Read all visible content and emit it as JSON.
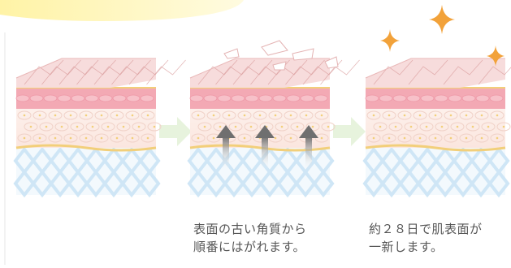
{
  "diagram": {
    "steps": [
      {
        "id": "normal-skin",
        "caption_lines": []
      },
      {
        "id": "shedding",
        "caption_lines": [
          "表面の古い角質から",
          "順番にはがれます。"
        ]
      },
      {
        "id": "renewed",
        "caption_lines": [
          "約２８日で肌表面が",
          "一新します。"
        ]
      }
    ],
    "colors": {
      "top_face": "#f7dcdc",
      "crack_lines": "#d99a9a",
      "pink_band": "#f3a9b4",
      "yellow_line": "#f2cf7a",
      "cell_layer": "#fbe9e4",
      "dermis_grid": "#cfe6f6",
      "arrow": "#777777",
      "sparkle": "#f2a23a",
      "banner": "#fff6b8",
      "flow_arrow": "#e6f2dc"
    }
  }
}
